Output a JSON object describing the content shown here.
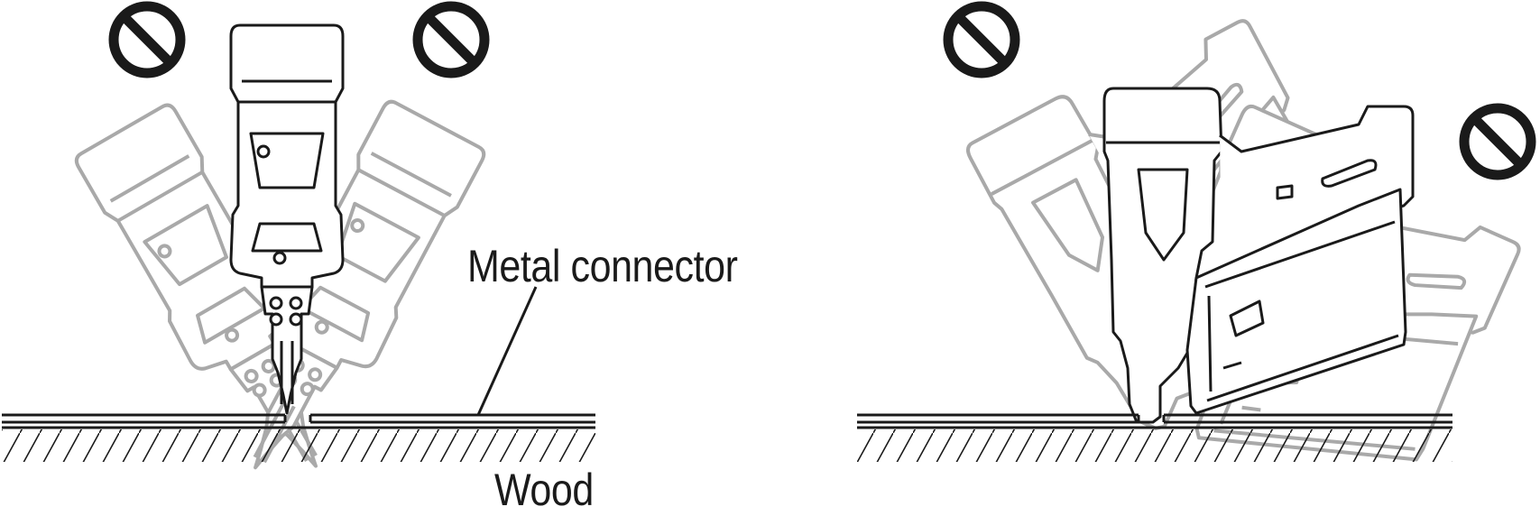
{
  "labels": {
    "metal_connector": "Metal connector",
    "wood": "Wood"
  },
  "icons": {
    "prohibited": "prohibited-icon",
    "tool": "nail-gun",
    "tool_ghost": "nail-gun-tilted"
  },
  "colors": {
    "ink": "#1a1a1a",
    "ghost": "#a9a9a9",
    "background": "#ffffff"
  }
}
